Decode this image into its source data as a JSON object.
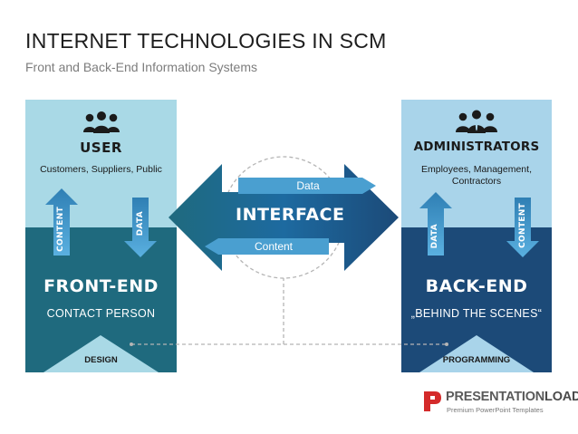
{
  "title": "INTERNET TECHNOLOGIES IN SCM",
  "subtitle": "Front and Back-End Information Systems",
  "left": {
    "user_title": "USER",
    "user_desc": "Customers, Suppliers, Public",
    "up_arrow_label": "CONTENT",
    "down_arrow_label": "DATA",
    "front_title": "FRONT-END",
    "front_sub": "CONTACT PERSON",
    "foot": "DESIGN"
  },
  "right": {
    "admin_title": "ADMINISTRATORS",
    "admin_desc": "Employees, Management, Contractors",
    "up_arrow_label": "DATA",
    "down_arrow_label": "CONTENT",
    "back_title": "BACK-END",
    "back_sub": "„BEHIND THE SCENES“",
    "foot": "PROGRAMMING"
  },
  "center": {
    "interface": "INTERFACE",
    "data_label": "Data",
    "content_label": "Content"
  },
  "logo": {
    "text_a": "PRESENTATION",
    "text_b": "LOAD",
    "reg": "®",
    "sub": "Premium PowerPoint Templates"
  },
  "colors": {
    "light_blue": "#a9d9e6",
    "teal": "#1f6a7e",
    "navy": "#1c4a78",
    "arrow_blue": "#4a9fd0",
    "logo_red": "#d42a2a"
  },
  "icons": [
    "people-group-icon",
    "business-group-icon"
  ]
}
